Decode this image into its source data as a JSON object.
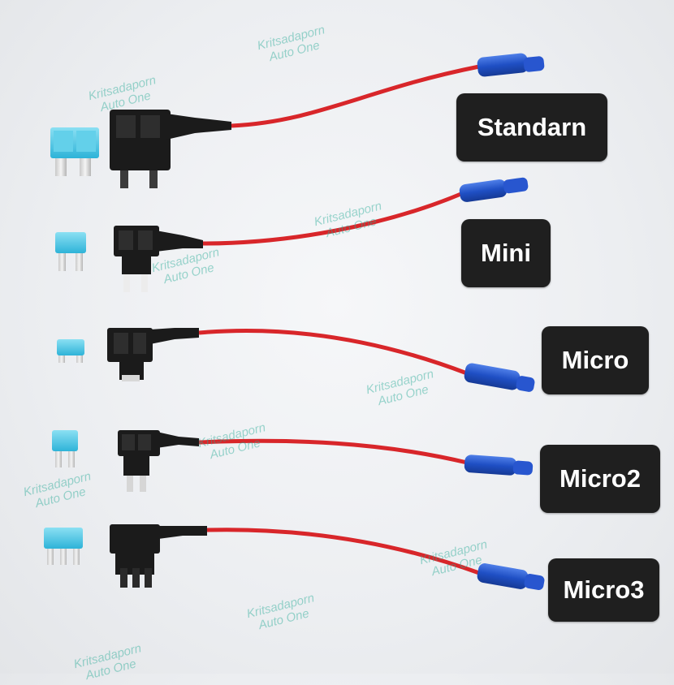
{
  "labels": {
    "standard": "Standarn",
    "mini": "Mini",
    "micro": "Micro",
    "micro2": "Micro2",
    "micro3": "Micro3"
  },
  "watermark": {
    "line1": "Kritsadaporn",
    "line2": "Auto One"
  },
  "colors": {
    "label_bg": "#1f1f1f",
    "label_text": "#ffffff",
    "wire": "#d8262a",
    "connector": "#1f4fc4",
    "fuse": "#49c7e6",
    "holder": "#1b1b1b"
  }
}
